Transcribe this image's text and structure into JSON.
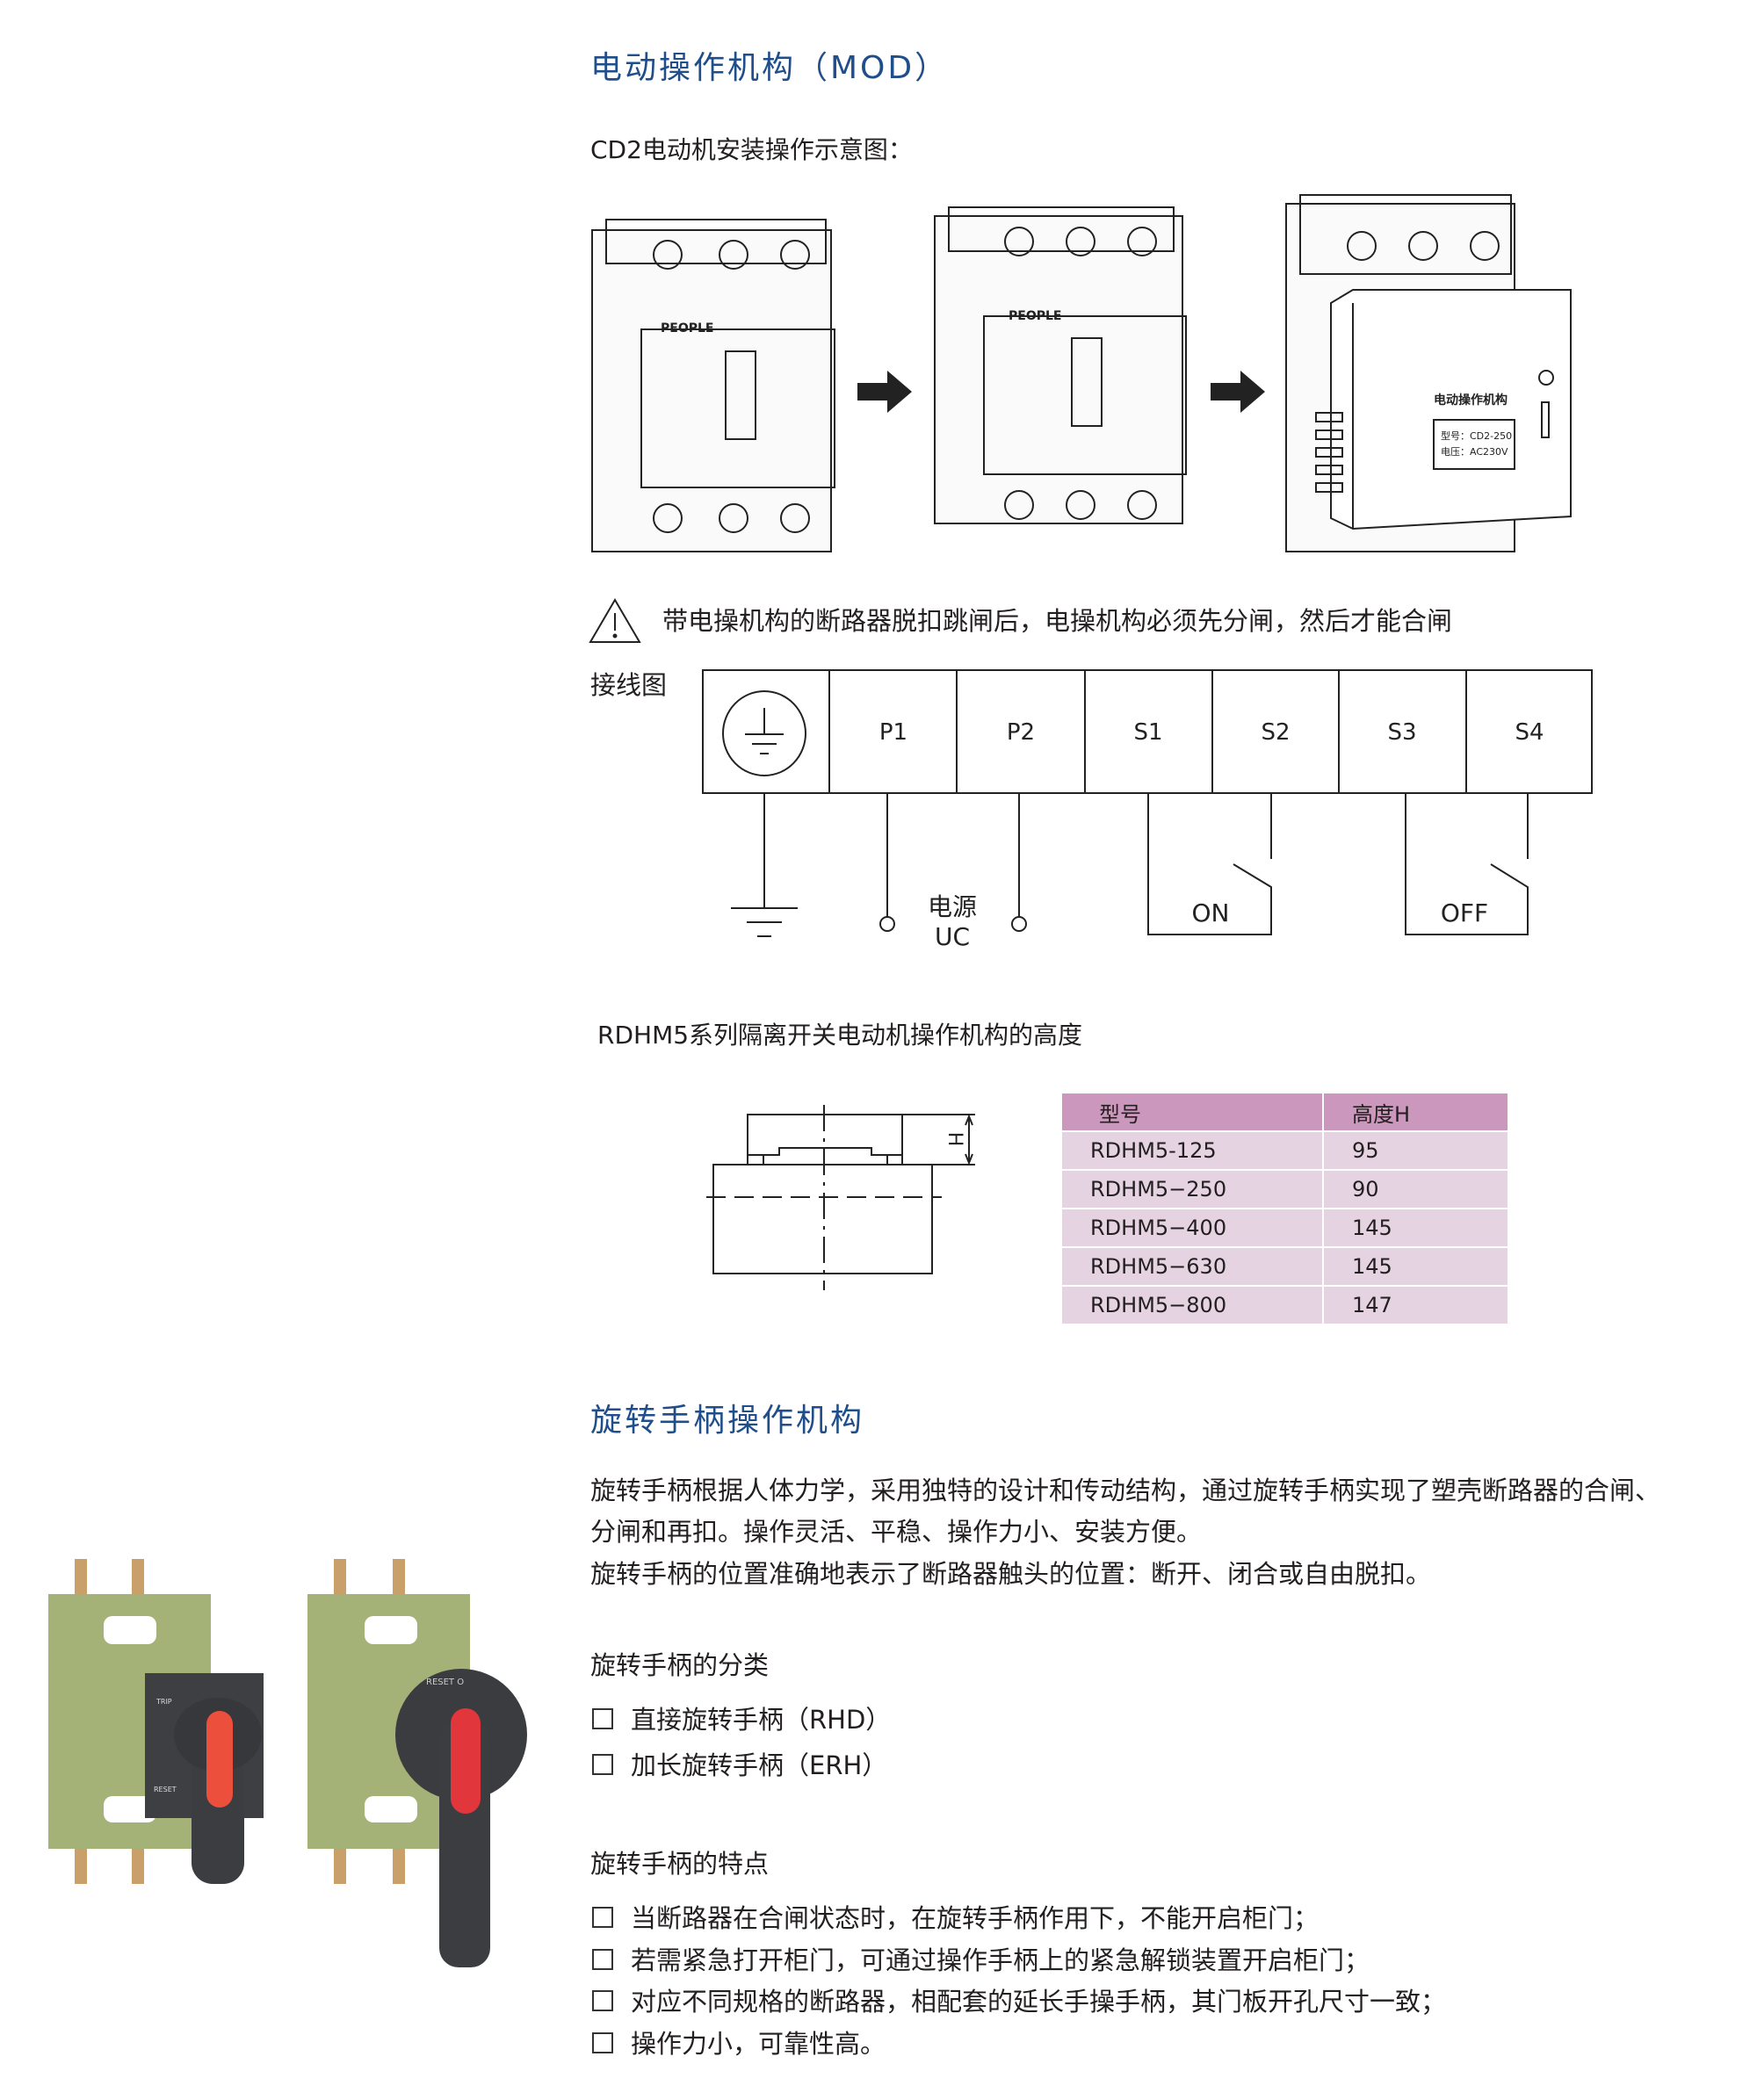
{
  "section1": {
    "title": "电动操作机构（MOD）",
    "subtitle": "CD2电动机安装操作示意图：",
    "mod_label": "电动操作机构",
    "mod_model": "型号：CD2-250",
    "mod_voltage": "电压：AC230V",
    "breaker_brand": "PEOPLE",
    "warning": "带电操机构的断路器脱扣跳闸后，电操机构必须先分闸，然后才能合闸",
    "wiring_label": "接线图",
    "terminals": [
      "P1",
      "P2",
      "S1",
      "S2",
      "S3",
      "S4"
    ],
    "power_label": "电源",
    "power_sub": "UC",
    "on_label": "ON",
    "off_label": "OFF",
    "height_caption": "RDHM5系列隔离开关电动机操作机构的高度",
    "dim_label": "H",
    "table": {
      "headers": [
        "型号",
        "高度H"
      ],
      "rows": [
        [
          "RDHM5-125",
          "95"
        ],
        [
          "RDHM5−250",
          "90"
        ],
        [
          "RDHM5−400",
          "145"
        ],
        [
          "RDHM5−630",
          "145"
        ],
        [
          "RDHM5−800",
          "147"
        ]
      ]
    }
  },
  "section2": {
    "title": "旋转手柄操作机构",
    "paragraph": [
      "旋转手柄根据人体力学，采用独特的设计和传动结构，通过旋转手柄实现了塑壳断路器的合闸、",
      "分闸和再扣。操作灵活、平稳、操作力小、安装方便。",
      "旋转手柄的位置准确地表示了断路器触头的位置：断开、闭合或自由脱扣。"
    ],
    "types_heading": "旋转手柄的分类",
    "types": [
      "直接旋转手柄（RHD）",
      "加长旋转手柄（ERH）"
    ],
    "features_heading": "旋转手柄的特点",
    "features": [
      "当断路器在合闸状态时，在旋转手柄作用下，不能开启柜门；",
      "若需紧急打开柜门，可通过操作手柄上的紧急解锁装置开启柜门；",
      "对应不同规格的断路器，相配套的延长手操手柄，其门板开孔尺寸一致；",
      "操作力小，可靠性高。"
    ],
    "handle_labels": [
      "TRIP",
      "RESET",
      "RESET O"
    ]
  },
  "colors": {
    "title": "#1f4e8a",
    "table_header": "#cc97bc",
    "table_row": "#e6d3e2",
    "handle_red": "#e8403a"
  }
}
